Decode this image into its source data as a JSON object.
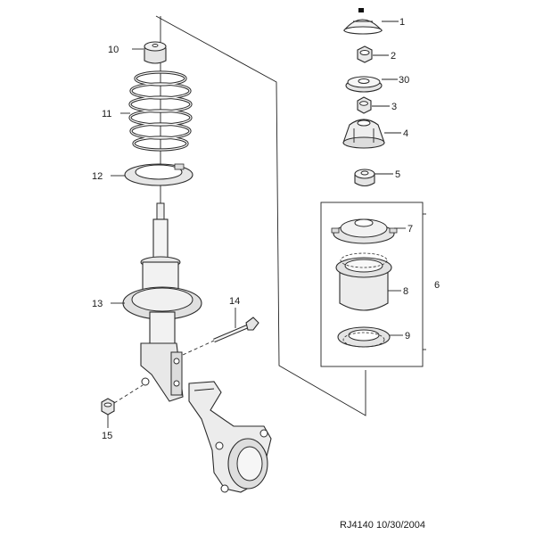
{
  "callouts": {
    "c1": "1",
    "c2": "2",
    "c30": "30",
    "c3": "3",
    "c4": "4",
    "c5": "5",
    "c6": "6",
    "c7": "7",
    "c8": "8",
    "c9": "9",
    "c10": "10",
    "c11": "11",
    "c12": "12",
    "c13": "13",
    "c14": "14",
    "c15": "15"
  },
  "footer": {
    "reference": "RJ4140  10/30/2004"
  }
}
